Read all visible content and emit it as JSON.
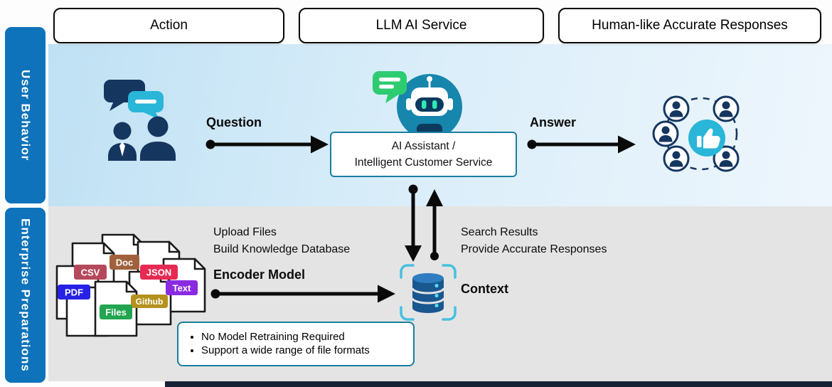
{
  "headers": {
    "action": "Action",
    "llm_service": "LLM AI  Service",
    "human_responses": "Human-like Accurate Responses"
  },
  "sidebar": {
    "user_behavior": "User Behavior",
    "enterprise_preparations": "Enterprise Preparations"
  },
  "user_flow": {
    "question_label": "Question",
    "answer_label": "Answer",
    "assistant_box": {
      "line1": "AI Assistant /",
      "line2": "Intelligent Customer Service"
    }
  },
  "enterprise_flow": {
    "upload_caption_line1": "Upload Files",
    "upload_caption_line2": "Build Knowledge Database",
    "encoder_label": "Encoder Model",
    "context_label": "Context",
    "search_caption_line1": "Search Results",
    "search_caption_line2": "Provide Accurate Responses",
    "notes": [
      "No Model Retraining Required",
      "Support a wide range of file formats"
    ]
  },
  "file_badges": [
    {
      "label": "CSV",
      "color": "#b5495b"
    },
    {
      "label": "Doc",
      "color": "#a0613c"
    },
    {
      "label": "JSON",
      "color": "#e62a52"
    },
    {
      "label": "PDF",
      "color": "#2721e6"
    },
    {
      "label": "Text",
      "color": "#8a2be2"
    },
    {
      "label": "Github",
      "color": "#b5921e"
    },
    {
      "label": "Files",
      "color": "#22a550"
    }
  ],
  "colors": {
    "sidebar_blue": "#0e73ba",
    "teal_border": "#1a7fa0",
    "navy": "#14365f",
    "cyan": "#29b6d8",
    "robot_teal": "#1686ad",
    "bubble_green": "#2ecc71",
    "db_blue": "#19578f",
    "upper_bg_start": "#bfe1f4",
    "upper_bg_end": "#eef6fc",
    "lower_bg": "#e4e4e4"
  }
}
